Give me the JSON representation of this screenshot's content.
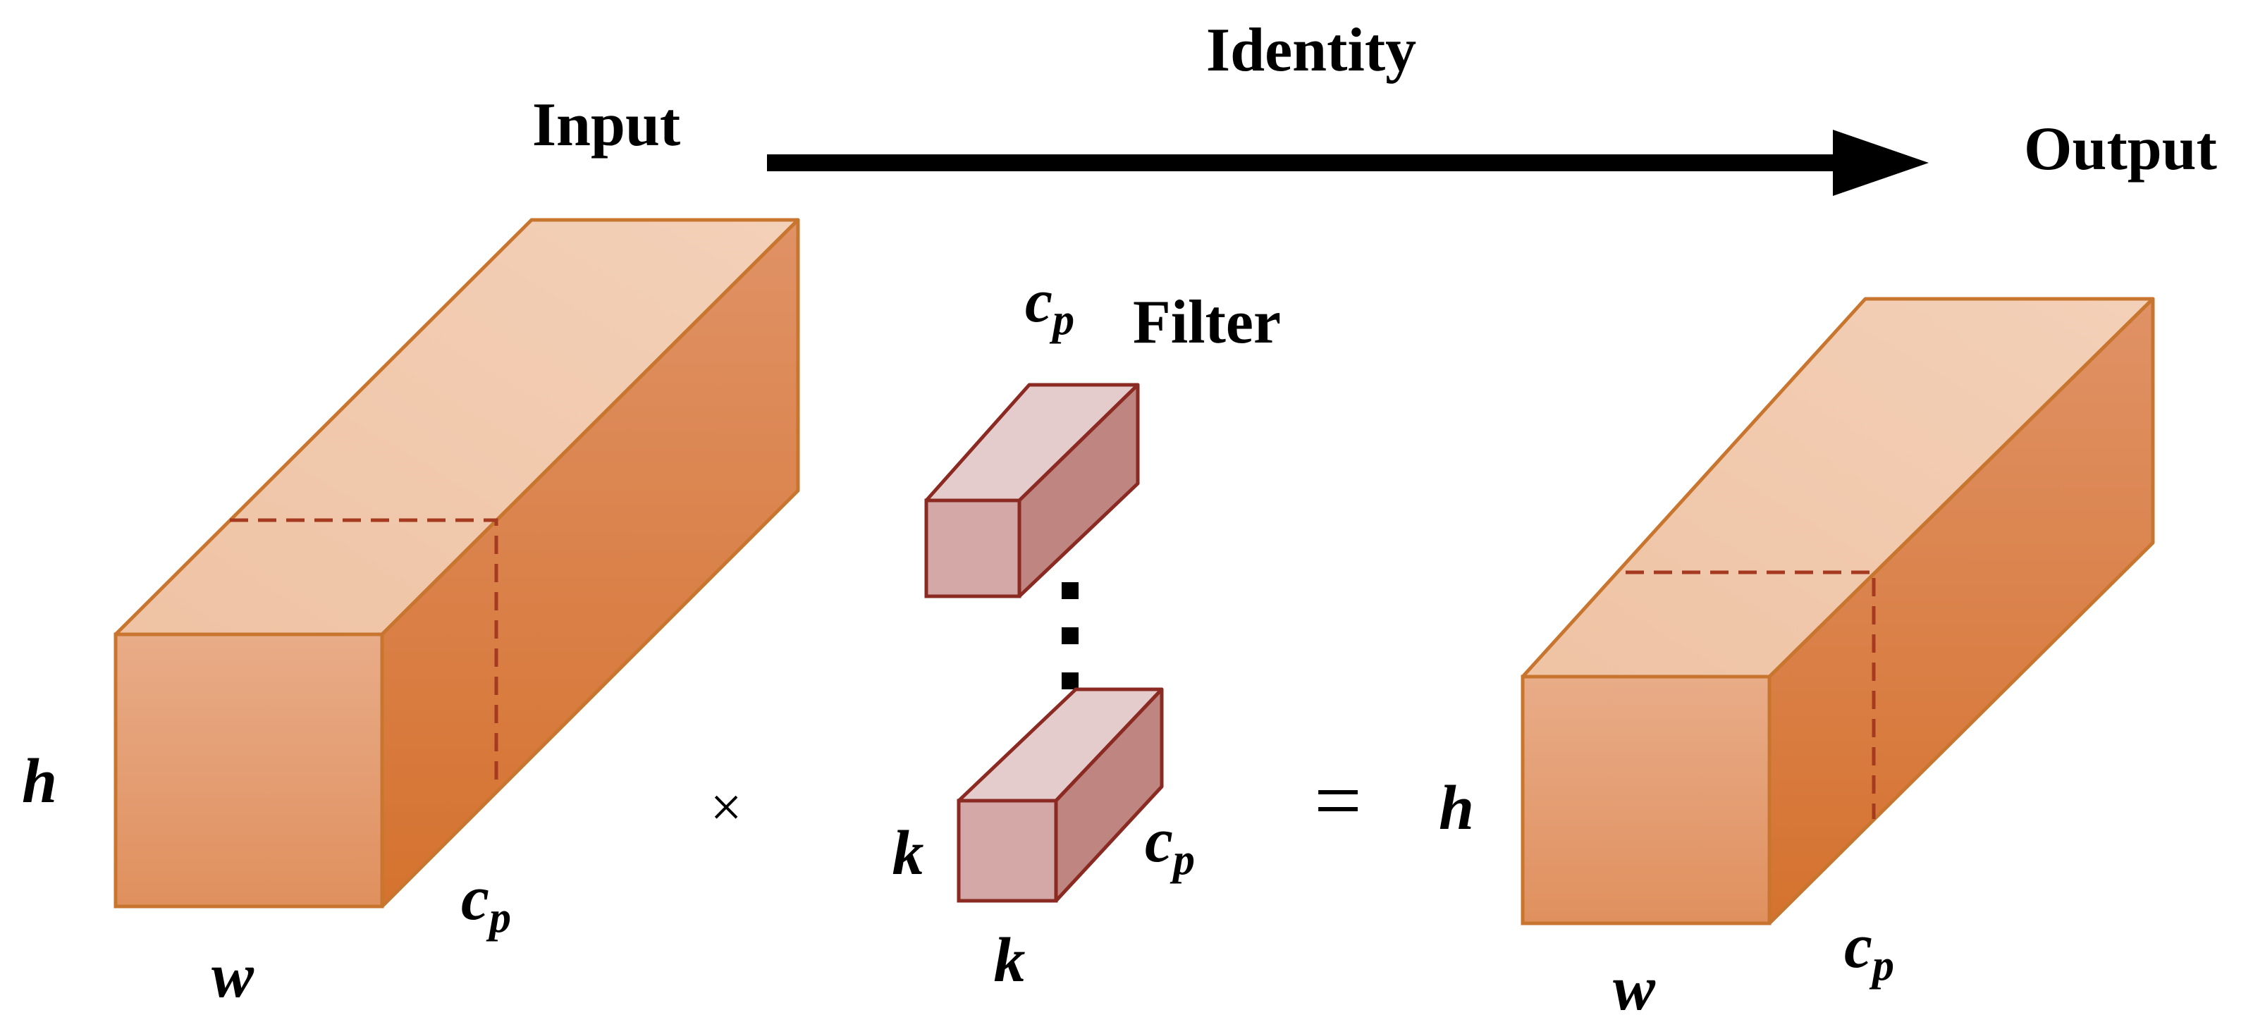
{
  "labels": {
    "input": "Input",
    "identity": "Identity",
    "output": "Output",
    "filter": "Filter",
    "multiply": "×",
    "equals": "="
  },
  "dimensions": {
    "input_h": "h",
    "input_w": "w",
    "input_c": "c",
    "input_c_sub": "p",
    "filter_top_c": "c",
    "filter_top_c_sub": "p",
    "filter_k_side": "k",
    "filter_k_bottom": "k",
    "filter_c": "c",
    "filter_c_sub": "p",
    "output_h": "h",
    "output_w": "w",
    "output_c": "c",
    "output_c_sub": "p"
  },
  "colors": {
    "block_outline": "#c8762f",
    "block_front": "#e3956a",
    "block_top": "#f2cdb4",
    "block_side": "#d97a3e",
    "block_dash": "#a53a20",
    "filter_outline": "#8b2a22",
    "filter_front": "#d3a8a6",
    "filter_top": "#e4cccc",
    "filter_side": "#bf8580",
    "arrow": "#000000"
  }
}
